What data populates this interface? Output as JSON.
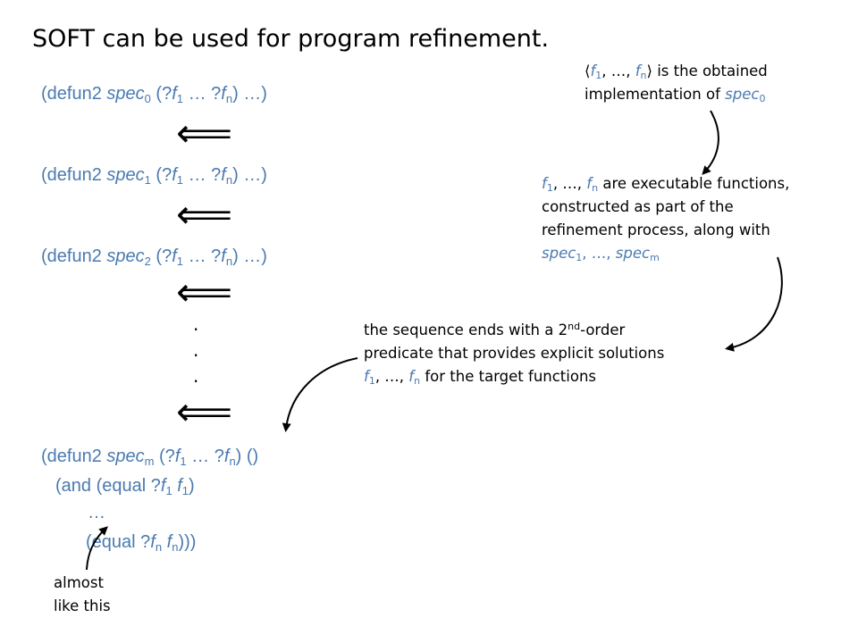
{
  "title": "SOFT can be used for program refinement.",
  "spec_lines": {
    "spec0": {
      "pre": "(defun2 ",
      "name": "spec",
      "sub": "0",
      "open": " (?",
      "f": "f",
      "f1sub": "1",
      "mid": " … ?",
      "fn": "f",
      "fnsub": "n",
      "tail": ") …)"
    },
    "spec1": {
      "pre": "(defun2 ",
      "name": "spec",
      "sub": "1",
      "open": " (?",
      "f": "f",
      "f1sub": "1",
      "mid": " … ?",
      "fn": "f",
      "fnsub": "n",
      "tail": ") …)"
    },
    "spec2": {
      "pre": "(defun2 ",
      "name": "spec",
      "sub": "2",
      "open": " (?",
      "f": "f",
      "f1sub": "1",
      "mid": " … ?",
      "fn": "f",
      "fnsub": "n",
      "tail": ") …)"
    },
    "specm": {
      "pre": "(defun2 ",
      "name": "spec",
      "sub": "m",
      "open": " (?",
      "f": "f",
      "f1sub": "1",
      "mid": " … ?",
      "fn": "f",
      "fnsub": "n",
      "tail": ") ()"
    }
  },
  "and_line": {
    "pre": "(and (equal ?",
    "f": "f",
    "sub": "1",
    "sp": " ",
    "f2": "f",
    "sub2": "1",
    "tail": ")"
  },
  "ellipsis_line": "…",
  "equal_line": {
    "pre": "(equal ?",
    "f": "f",
    "sub": "n",
    "sp": " ",
    "f2": "f",
    "sub2": "n",
    "tail": ")))"
  },
  "implies_symbol": "⟸",
  "dot_symbol": "·",
  "notes": {
    "implementation": {
      "open": "⟨",
      "f": "f",
      "s1": "1",
      "c1": ", …, ",
      "f2": "f",
      "s2": "n",
      "close": "⟩",
      "text1": " is the obtained",
      "text2": "implementation of ",
      "spec": "spec",
      "spec_sub": "0"
    },
    "executable": {
      "f": "f",
      "s1": "1",
      "c1": ", …, ",
      "f2": "f",
      "s2": "n",
      "line1_rest": " are executable functions,",
      "line2": "constructed as part of the",
      "line3": "refinement process, along with",
      "spec_a": "spec",
      "spec_a_sub": "1",
      "c2": ", …, ",
      "spec_b": "spec",
      "spec_b_sub": "m"
    },
    "sequence": {
      "line1_a": "the sequence ends with a 2",
      "line1_sup": "nd",
      "line1_b": "-order",
      "line2": "predicate that provides explicit solutions",
      "f": "f",
      "s1": "1",
      "c1": ", …, ",
      "f2": "f",
      "s2": "n",
      "line3_rest": " for the target functions"
    },
    "almost": {
      "line1": "almost",
      "line2": "like this"
    }
  }
}
